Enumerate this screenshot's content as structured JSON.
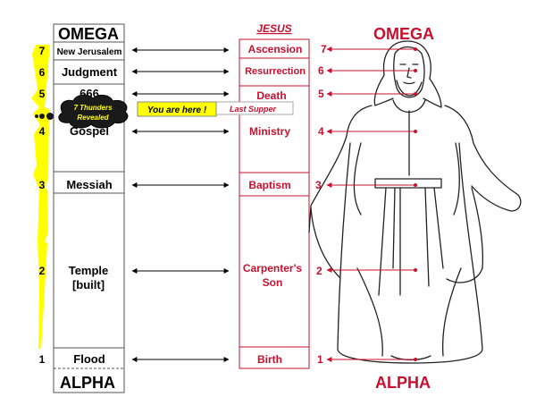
{
  "left_column": {
    "top_label": "OMEGA",
    "bottom_label": "ALPHA",
    "rows": [
      {
        "number": "7",
        "label": "New Jerusalem"
      },
      {
        "number": "6",
        "label": "Judgment"
      },
      {
        "number": "5",
        "label": "666"
      },
      {
        "number": "4",
        "label": "Gospel"
      },
      {
        "number": "3",
        "label": "Messiah"
      },
      {
        "number": "2",
        "label": "Temple",
        "label2": "[built]"
      },
      {
        "number": "1",
        "label": "Flood"
      }
    ]
  },
  "jesus_column": {
    "header": "JESUS",
    "rows": [
      {
        "label": "Ascension"
      },
      {
        "label": "Resurrection"
      },
      {
        "label": "Death"
      },
      {
        "label": "Ministry"
      },
      {
        "label": "Baptism"
      },
      {
        "label": "Carpenter's",
        "label2": "Son"
      },
      {
        "label": "Birth"
      }
    ]
  },
  "figure": {
    "top_label": "OMEGA",
    "bottom_label": "ALPHA",
    "markers": [
      "7",
      "6",
      "5",
      "4",
      "3",
      "2",
      "1"
    ]
  },
  "callouts": {
    "cloud_line1": "7 Thunders",
    "cloud_line2": "Revealed",
    "you_are_here": "You are here !",
    "last_supper": "Last Supper"
  },
  "colors": {
    "red": "#c8102e",
    "yellow": "#ffff00",
    "black": "#000000"
  }
}
